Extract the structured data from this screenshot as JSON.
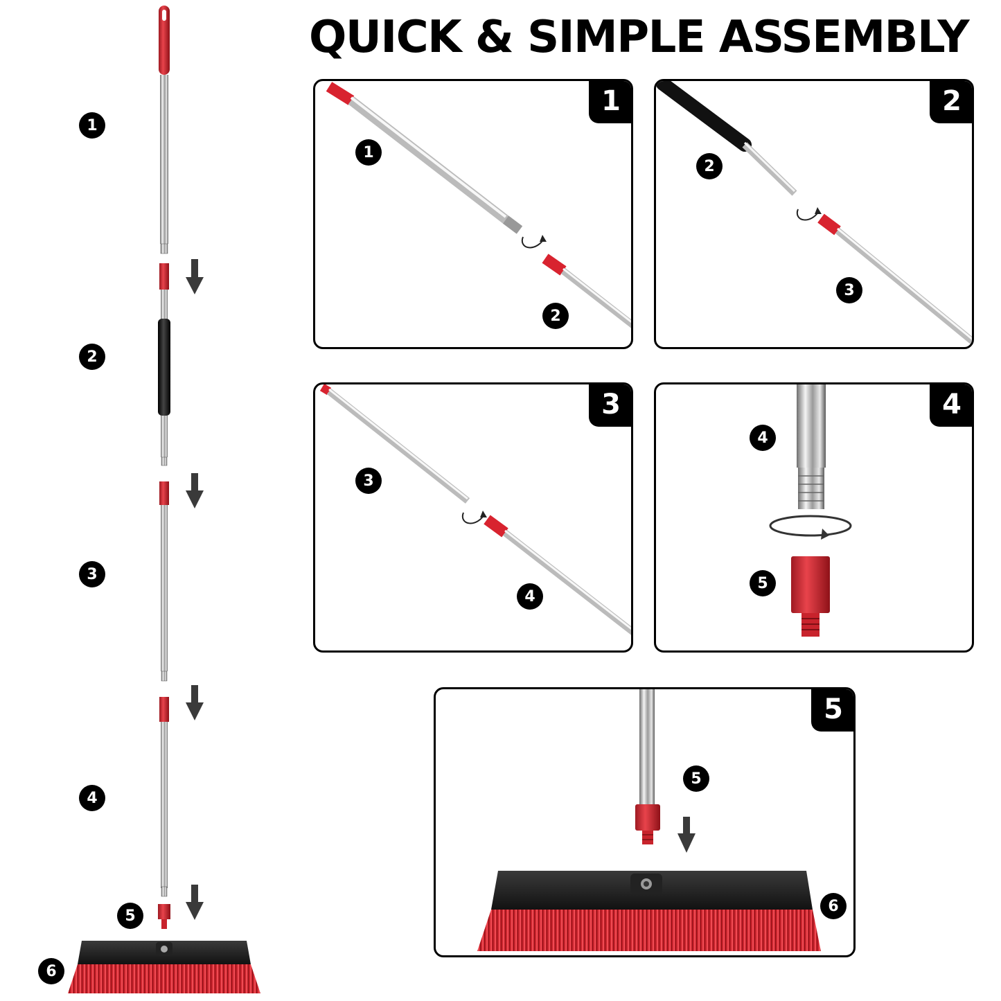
{
  "title": "QUICK & SIMPLE ASSEMBLY",
  "colors": {
    "accent_red": "#d8232f",
    "bristle_red": "#e0343d",
    "black": "#111111",
    "steel": "#c9c9c9"
  },
  "left_column": {
    "labels": [
      "1",
      "2",
      "3",
      "4",
      "5",
      "6"
    ]
  },
  "panels": [
    {
      "step": "1",
      "labels": [
        "1",
        "2"
      ]
    },
    {
      "step": "2",
      "labels": [
        "2",
        "3"
      ]
    },
    {
      "step": "3",
      "labels": [
        "3",
        "4"
      ]
    },
    {
      "step": "4",
      "labels": [
        "4",
        "5"
      ]
    },
    {
      "step": "5",
      "labels": [
        "5",
        "6"
      ]
    }
  ]
}
